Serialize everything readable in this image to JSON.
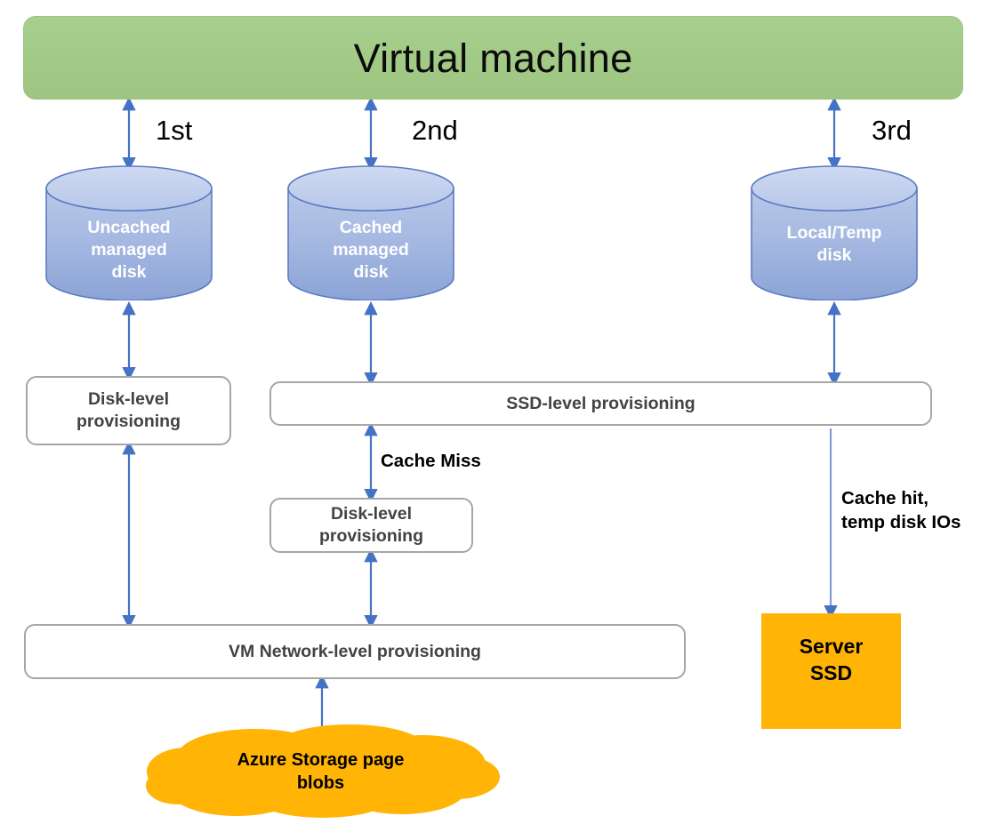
{
  "diagram": {
    "title": "Virtual machine",
    "header": {
      "label": "Virtual machine",
      "fill": "#a2ca86"
    },
    "ordinals": [
      {
        "name": "first",
        "label": "1st"
      },
      {
        "name": "second",
        "label": "2nd"
      },
      {
        "name": "third",
        "label": "3rd"
      }
    ],
    "disks": [
      {
        "name": "uncached-managed-disk",
        "label": "Uncached\nmanaged\ndisk",
        "fill": "#9fb4e0"
      },
      {
        "name": "cached-managed-disk",
        "label": "Cached\nmanaged\ndisk",
        "fill": "#9fb4e0"
      },
      {
        "name": "local-temp-disk",
        "label": "Local/Temp\ndisk",
        "fill": "#9fb4e0"
      }
    ],
    "boxes": [
      {
        "name": "disk-level-provisioning-left",
        "label": "Disk-level\nprovisioning"
      },
      {
        "name": "ssd-level-provisioning",
        "label": "SSD-level provisioning"
      },
      {
        "name": "disk-level-provisioning-middle",
        "label": "Disk-level\nprovisioning"
      },
      {
        "name": "vm-network-level-provisioning",
        "label": "VM Network-level provisioning"
      }
    ],
    "server_ssd": {
      "label": "Server\nSSD",
      "fill": "#ffb406"
    },
    "cloud": {
      "label": "Azure Storage page\nblobs",
      "fill": "#ffb406"
    },
    "annotations": [
      {
        "name": "cache-miss",
        "label": "Cache Miss"
      },
      {
        "name": "cache-hit-temp-disk-ios",
        "label": "Cache hit,\ntemp disk IOs"
      }
    ],
    "colors": {
      "header_green": "#a2ca86",
      "disk_blue": "#9fb4e0",
      "disk_blue_light": "#c5d3ee",
      "disk_stroke": "#5b7cc1",
      "arrow_blue": "#4472c4",
      "box_stroke": "#a6a6a6",
      "box_text": "#434343",
      "orange": "#ffb406",
      "background": "#ffffff"
    }
  }
}
